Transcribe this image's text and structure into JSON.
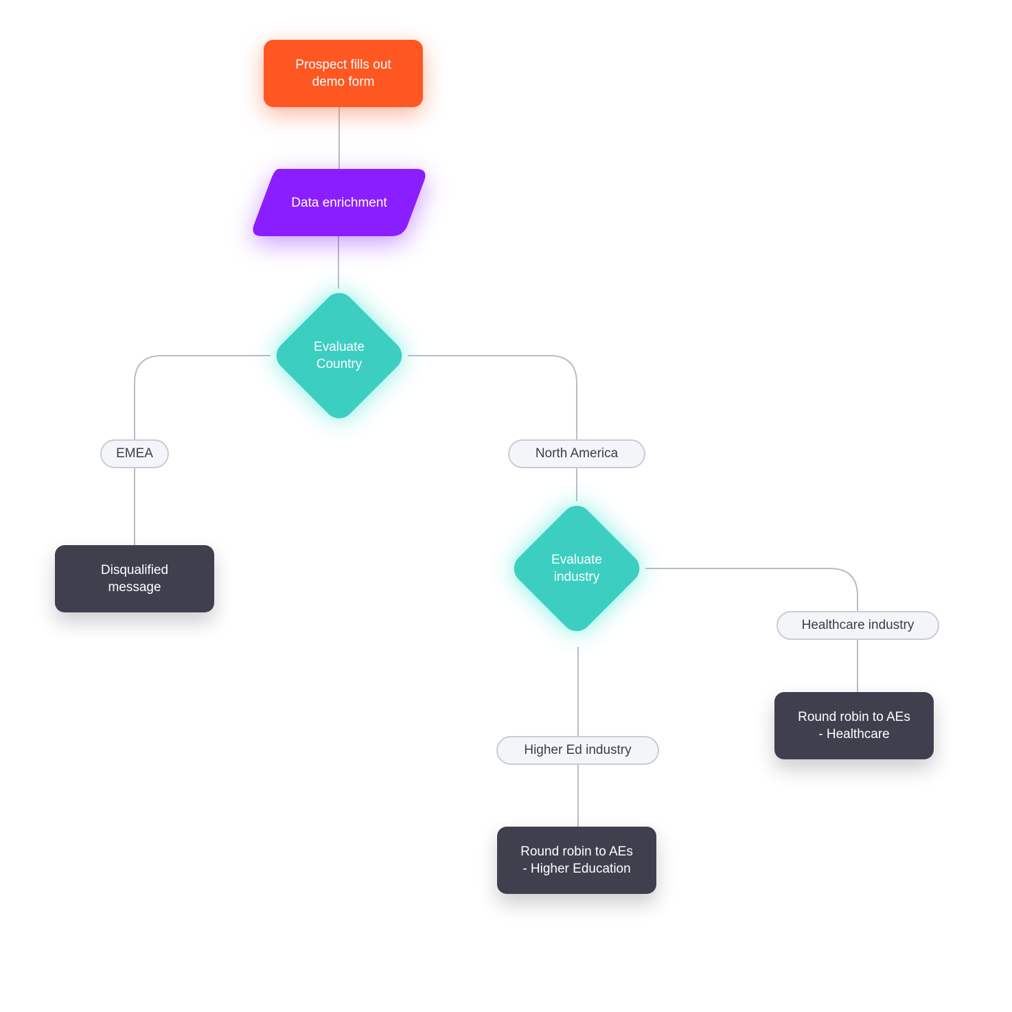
{
  "diagram": {
    "start_node": {
      "line1": "Prospect fills out",
      "line2": "demo form",
      "color": "#ff5722"
    },
    "enrichment_node": {
      "label": "Data enrichment",
      "color": "#8b1eff"
    },
    "country_decision": {
      "line1": "Evaluate",
      "line2": "Country",
      "color": "#3ccfc1"
    },
    "industry_decision": {
      "line1": "Evaluate",
      "line2": "industry",
      "color": "#3ccfc1"
    },
    "branches": {
      "emea": "EMEA",
      "north_america": "North America",
      "healthcare": "Healthcare industry",
      "higher_ed": "Higher Ed industry"
    },
    "outcomes": {
      "disqualified": {
        "line1": "Disqualified",
        "line2": "message"
      },
      "healthcare": {
        "line1": "Round robin to AEs",
        "line2": "- Healthcare"
      },
      "higher_ed": {
        "line1": "Round robin to AEs",
        "line2": "- Higher Education"
      }
    },
    "connector_color": "#b9bcc6",
    "outcome_color": "#3f3f4e"
  }
}
